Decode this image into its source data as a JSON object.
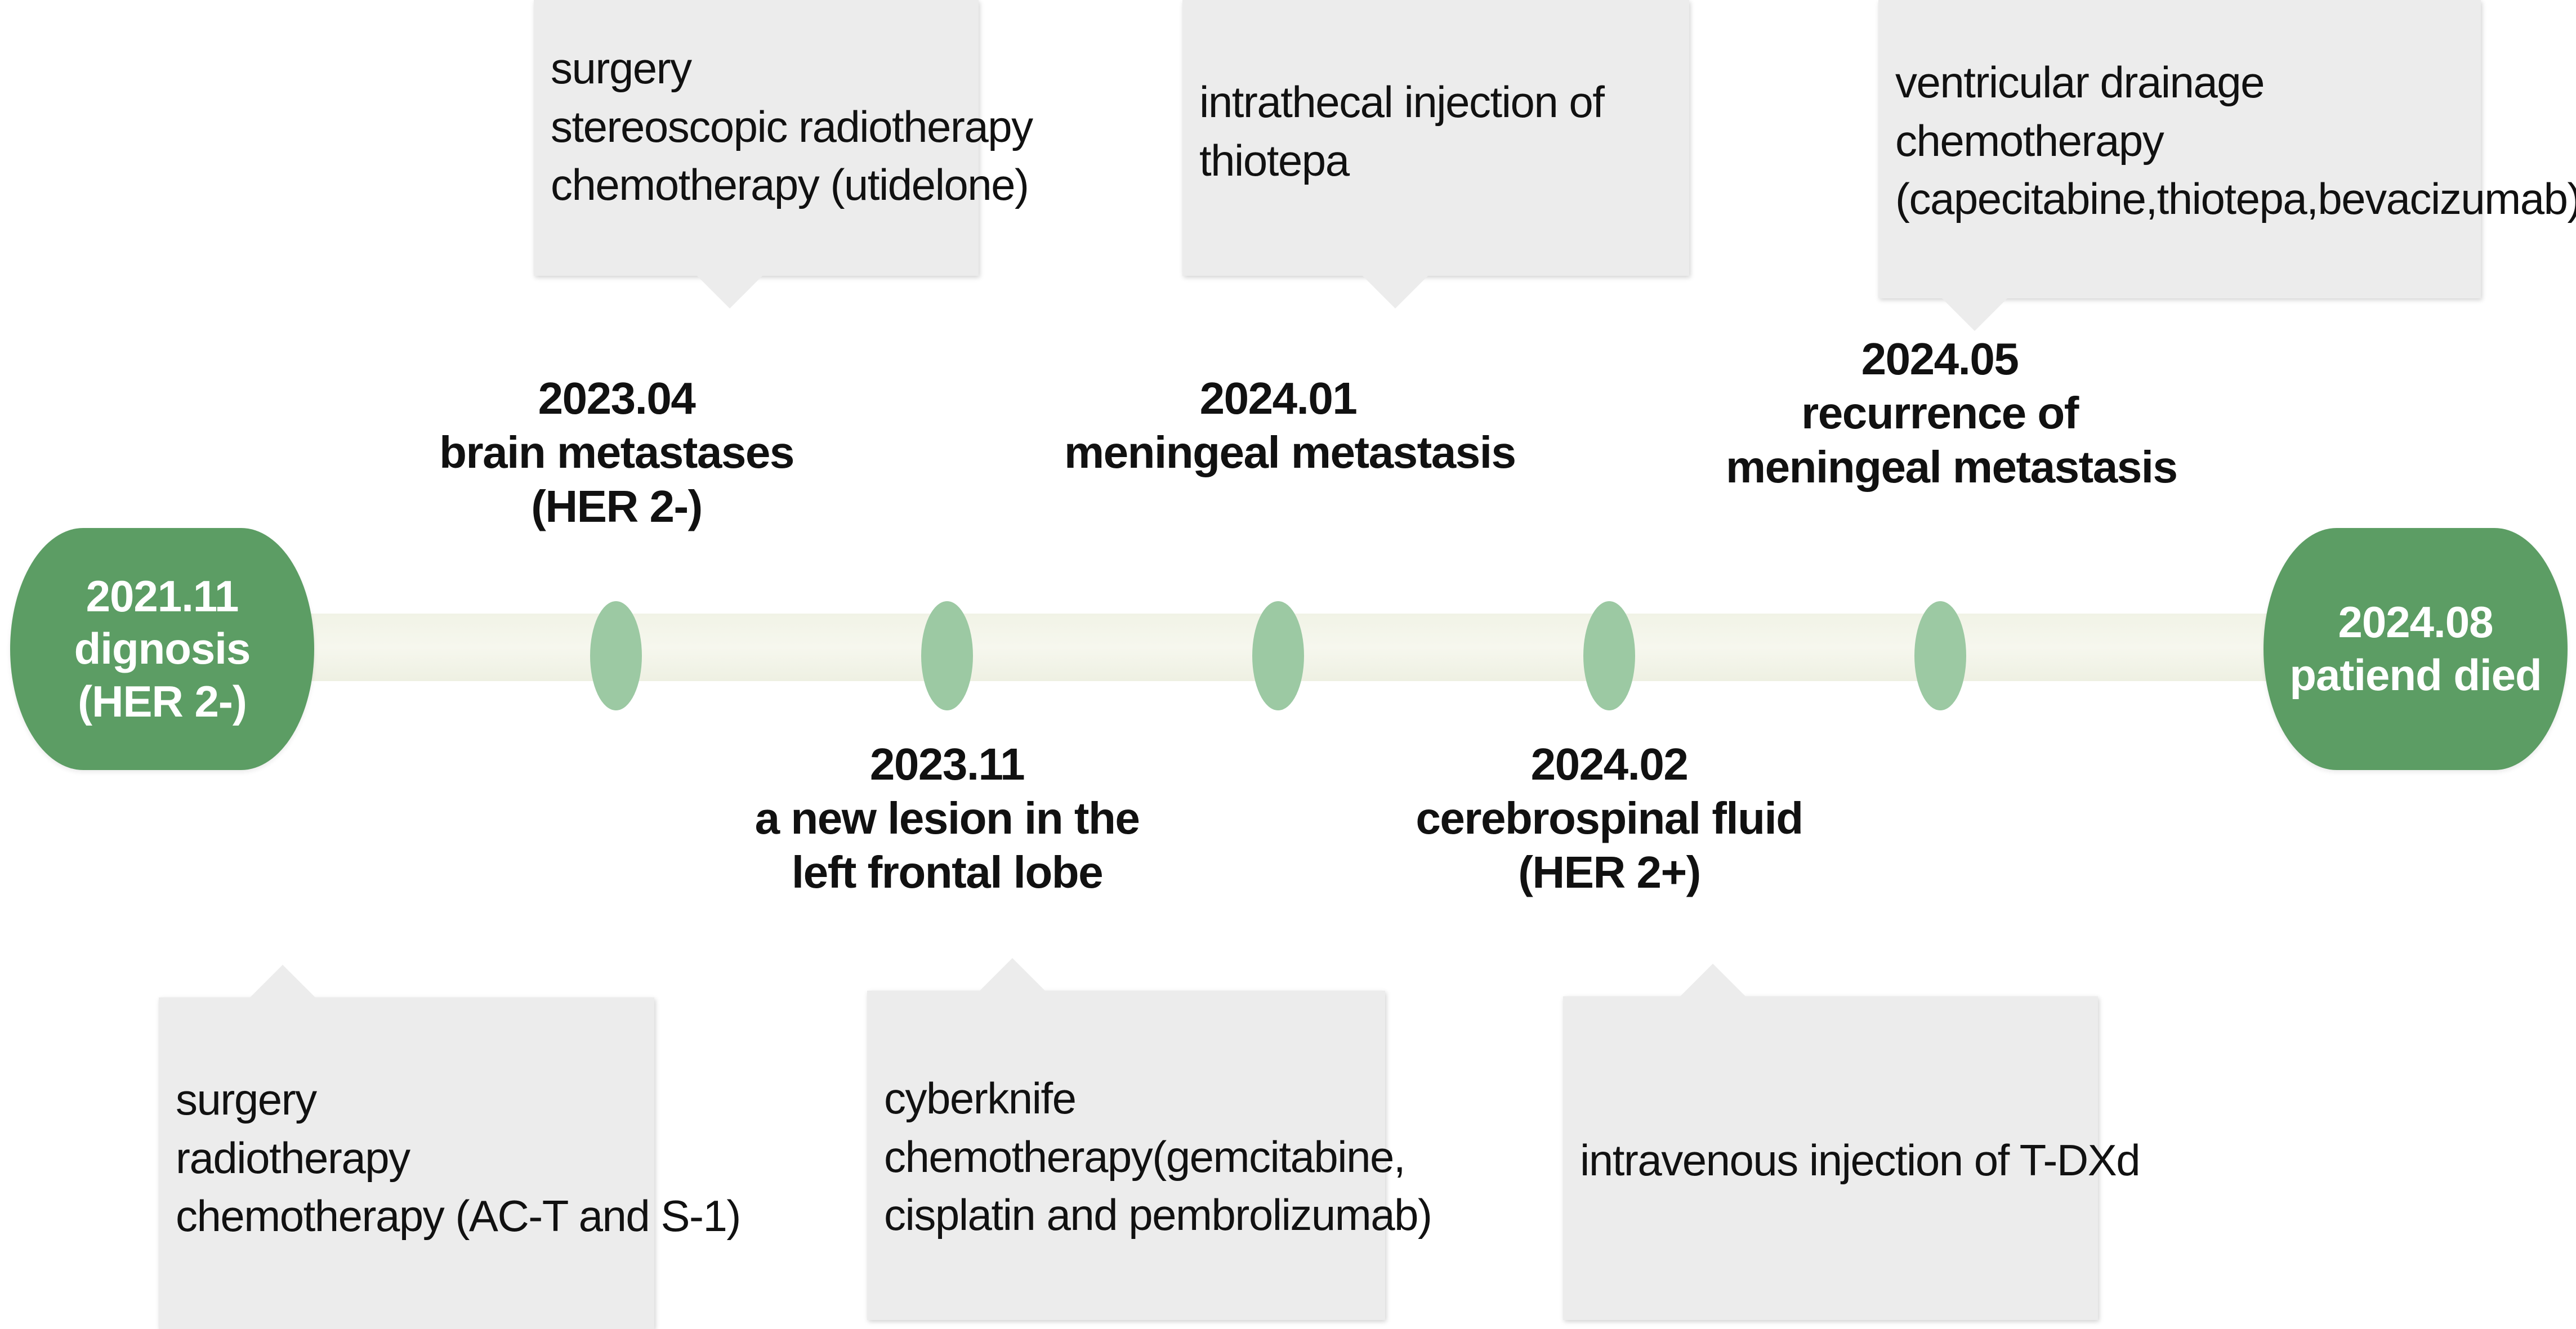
{
  "terminals": {
    "start": {
      "date": "2021.11",
      "line1": "dignosis",
      "line2": "(HER 2-)"
    },
    "end": {
      "date": "2024.08",
      "line1": "patiend died"
    }
  },
  "milestones": [
    {
      "date": "2023.04",
      "lines": [
        "brain metastases",
        "(HER 2-)"
      ]
    },
    {
      "date": "2023.11",
      "lines": [
        "a new lesion in the",
        "left frontal lobe"
      ]
    },
    {
      "date": "2024.01",
      "lines": [
        "meningeal metastasis"
      ]
    },
    {
      "date": "2024.02",
      "lines": [
        "cerebrospinal fluid",
        "(HER 2+)"
      ]
    },
    {
      "date": "2024.05",
      "lines": [
        "recurrence of",
        "meningeal metastasis"
      ]
    }
  ],
  "treatments": {
    "diagnosis": [
      "surgery",
      "radiotherapy",
      "chemotherapy (AC-T and S-1)"
    ],
    "brain_metastases": [
      "surgery",
      "stereoscopic radiotherapy",
      "chemotherapy (utidelone)"
    ],
    "new_lesion": [
      "cyberknife",
      "chemotherapy(gemcitabine,",
      "cisplatin and pembrolizumab)"
    ],
    "meningeal": [
      "intrathecal injection of",
      "thiotepa"
    ],
    "csf": [
      "intravenous injection of T-DXd"
    ],
    "recurrence": [
      "ventricular drainage",
      "chemotherapy",
      "(capecitabine,thiotepa,bevacizumab)"
    ]
  },
  "colors": {
    "terminal_fill": "#5c9d64",
    "node_fill": "#9cc9a3",
    "track_fill": "#f3f5ea",
    "callout_fill": "#ececec"
  }
}
